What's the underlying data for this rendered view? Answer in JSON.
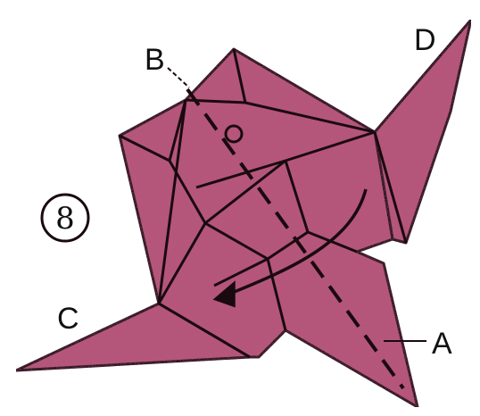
{
  "figure": {
    "step_number": "8",
    "labels": {
      "a": "A",
      "b": "B",
      "c": "C",
      "d": "D"
    }
  },
  "colors": {
    "paper": "#b8547a",
    "paper_dark": "#a04368",
    "line": "#1a0a10",
    "background": "#ffffff"
  }
}
